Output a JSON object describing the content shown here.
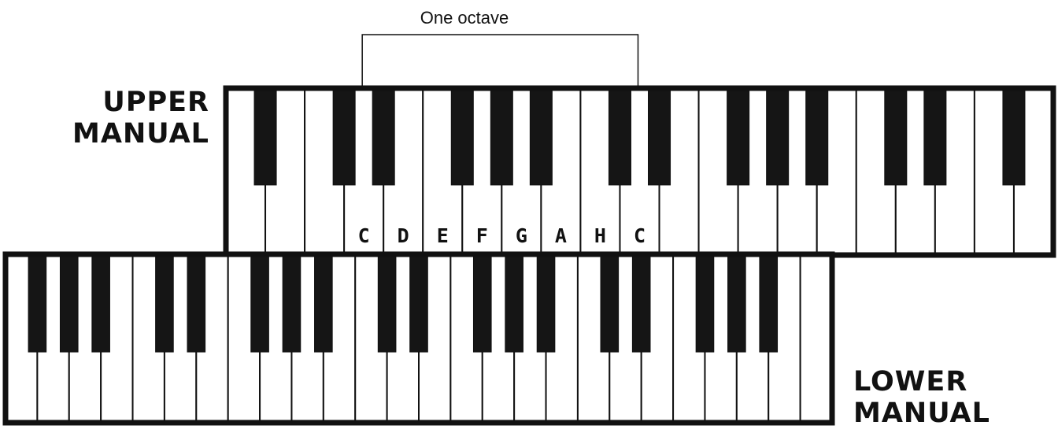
{
  "caption": {
    "octave": "One octave"
  },
  "labels": {
    "upper": [
      "UPPER",
      "MANUAL"
    ],
    "lower": [
      "LOWER",
      "MANUAL"
    ]
  },
  "note_names": [
    "C",
    "D",
    "E",
    "F",
    "G",
    "A",
    "H",
    "C"
  ],
  "manuals": {
    "upper": {
      "white_key_count": 21,
      "start_note": "A",
      "black_key_groups_pattern": "three-two"
    },
    "lower": {
      "white_key_count": 26,
      "start_note": "F",
      "black_key_groups_pattern": "three-two"
    }
  },
  "colors": {
    "frame": "#111111",
    "black_key": "#151515",
    "white_key": "#ffffff",
    "text": "#111111"
  }
}
